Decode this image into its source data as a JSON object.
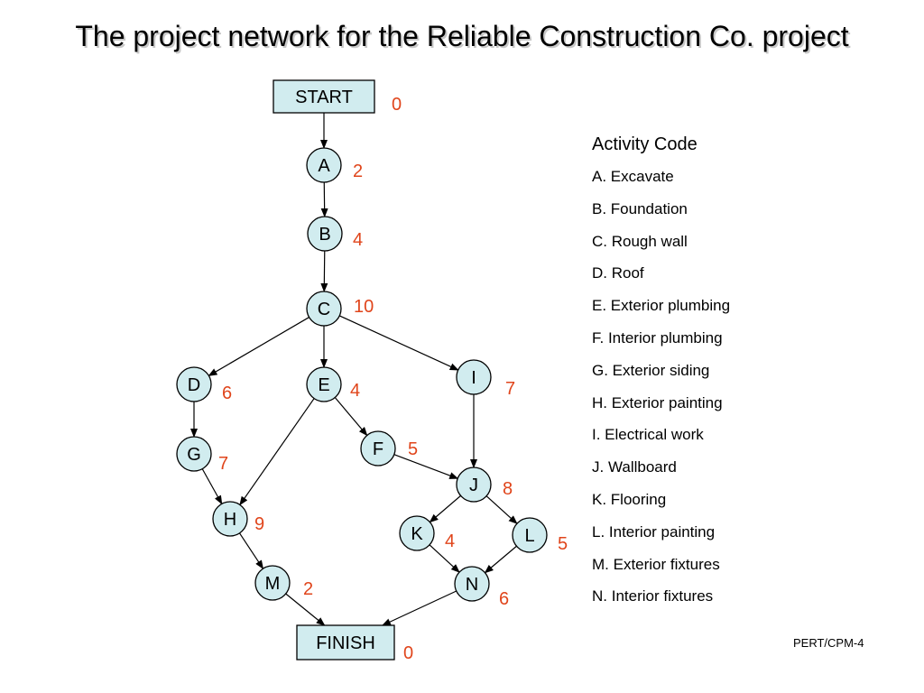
{
  "title": "The project network for the Reliable Construction Co. project",
  "nodes": [
    {
      "id": "START",
      "label": "START",
      "duration": "0"
    },
    {
      "id": "A",
      "label": "A",
      "duration": "2"
    },
    {
      "id": "B",
      "label": "B",
      "duration": "4"
    },
    {
      "id": "C",
      "label": "C",
      "duration": "10"
    },
    {
      "id": "D",
      "label": "D",
      "duration": "6"
    },
    {
      "id": "E",
      "label": "E",
      "duration": "4"
    },
    {
      "id": "I",
      "label": "I",
      "duration": "7"
    },
    {
      "id": "F",
      "label": "F",
      "duration": "5"
    },
    {
      "id": "G",
      "label": "G",
      "duration": "7"
    },
    {
      "id": "J",
      "label": "J",
      "duration": "8"
    },
    {
      "id": "H",
      "label": "H",
      "duration": "9"
    },
    {
      "id": "K",
      "label": "K",
      "duration": "4"
    },
    {
      "id": "L",
      "label": "L",
      "duration": "5"
    },
    {
      "id": "M",
      "label": "M",
      "duration": "2"
    },
    {
      "id": "N",
      "label": "N",
      "duration": "6"
    },
    {
      "id": "FINISH",
      "label": "FINISH",
      "duration": "0"
    }
  ],
  "edges": [
    [
      "START",
      "A"
    ],
    [
      "A",
      "B"
    ],
    [
      "B",
      "C"
    ],
    [
      "C",
      "D"
    ],
    [
      "C",
      "E"
    ],
    [
      "C",
      "I"
    ],
    [
      "D",
      "G"
    ],
    [
      "E",
      "F"
    ],
    [
      "E",
      "H"
    ],
    [
      "G",
      "H"
    ],
    [
      "F",
      "J"
    ],
    [
      "I",
      "J"
    ],
    [
      "J",
      "K"
    ],
    [
      "J",
      "L"
    ],
    [
      "H",
      "M"
    ],
    [
      "K",
      "N"
    ],
    [
      "L",
      "N"
    ],
    [
      "M",
      "FINISH"
    ],
    [
      "N",
      "FINISH"
    ]
  ],
  "legend": {
    "title": "Activity Code",
    "items": [
      "A. Excavate",
      "B. Foundation",
      "C. Rough wall",
      "D. Roof",
      "E. Exterior plumbing",
      "F. Interior plumbing",
      "G. Exterior siding",
      "H. Exterior painting",
      "I. Electrical work",
      "J. Wallboard",
      "K. Flooring",
      "L. Interior painting",
      "M. Exterior fixtures",
      "N. Interior fixtures"
    ]
  },
  "footer": "PERT/CPM-4",
  "colors": {
    "node_fill": "#d1ecef",
    "duration_text": "#e0451b"
  }
}
